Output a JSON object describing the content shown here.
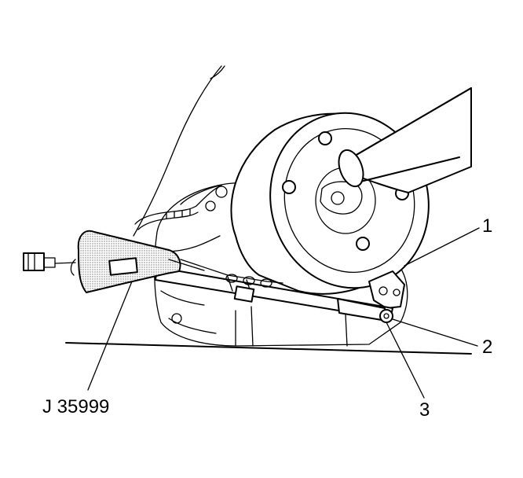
{
  "callouts": {
    "item_1": "1",
    "item_2": "2",
    "item_3": "3",
    "tool": "J 35999"
  },
  "colors": {
    "line": "#000000",
    "background": "#ffffff",
    "tool_body_stipple": "#9a9a9a"
  }
}
